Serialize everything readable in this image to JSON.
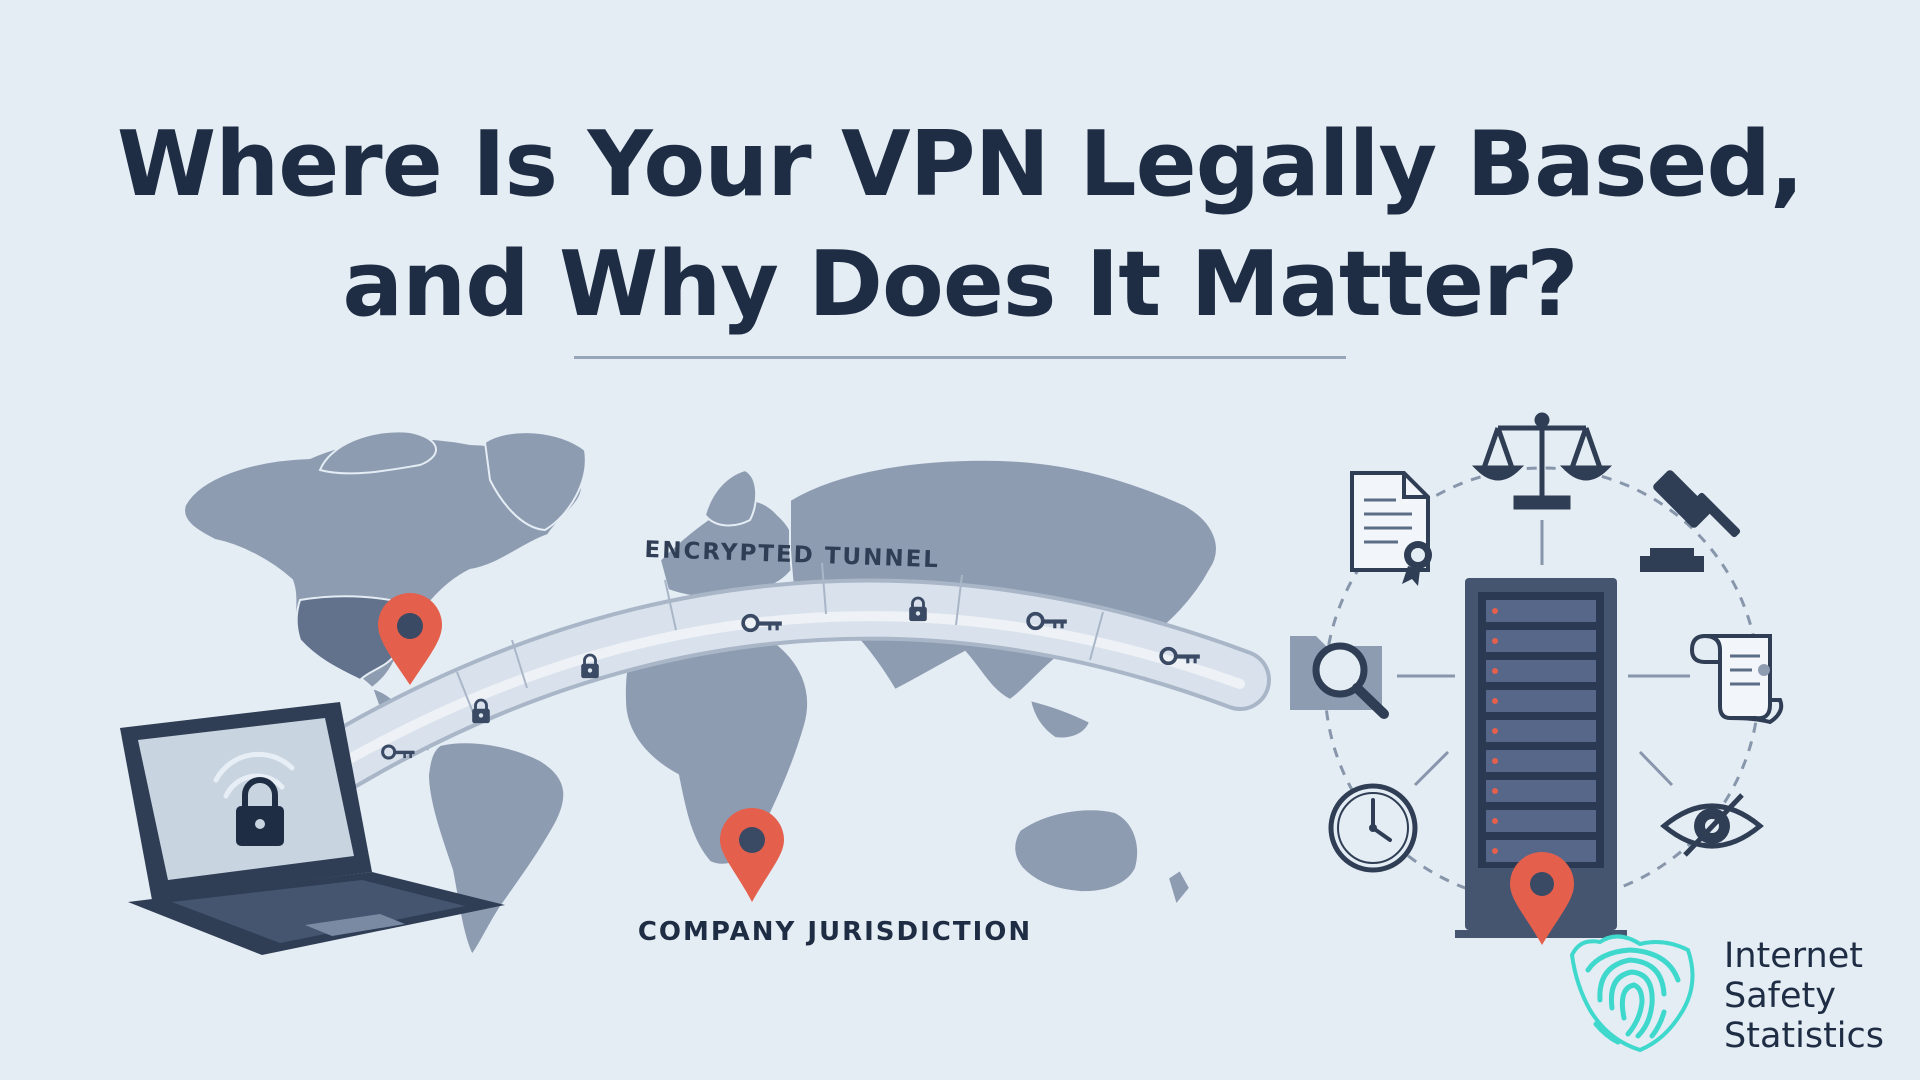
{
  "title": {
    "line1": "Where Is Your VPN Legally Based,",
    "line2": "and Why Does It Matter?"
  },
  "labels": {
    "tunnel": "ENCRYPTED TUNNEL",
    "jurisdiction": "COMPANY JURISDICTION"
  },
  "brand": {
    "line1": "Internet",
    "line2": "Safety",
    "line3": "Statistics"
  },
  "icons": {
    "laptop": "laptop-lock-icon",
    "scales": "scales-of-justice-icon",
    "gavel": "gavel-icon",
    "certificate": "certificate-document-icon",
    "scroll": "legal-scroll-icon",
    "search": "magnifier-folder-icon",
    "clock": "clock-icon",
    "eye": "eye-surveillance-icon",
    "server": "server-rack-icon",
    "pin": "location-pin-icon",
    "fingerprint": "fingerprint-logo-icon"
  },
  "colors": {
    "background": "#e4ecf4",
    "text": "#1e2d44",
    "map": "#8e9cb2",
    "pin": "#e4604c",
    "brand": "#3fd8cc"
  }
}
